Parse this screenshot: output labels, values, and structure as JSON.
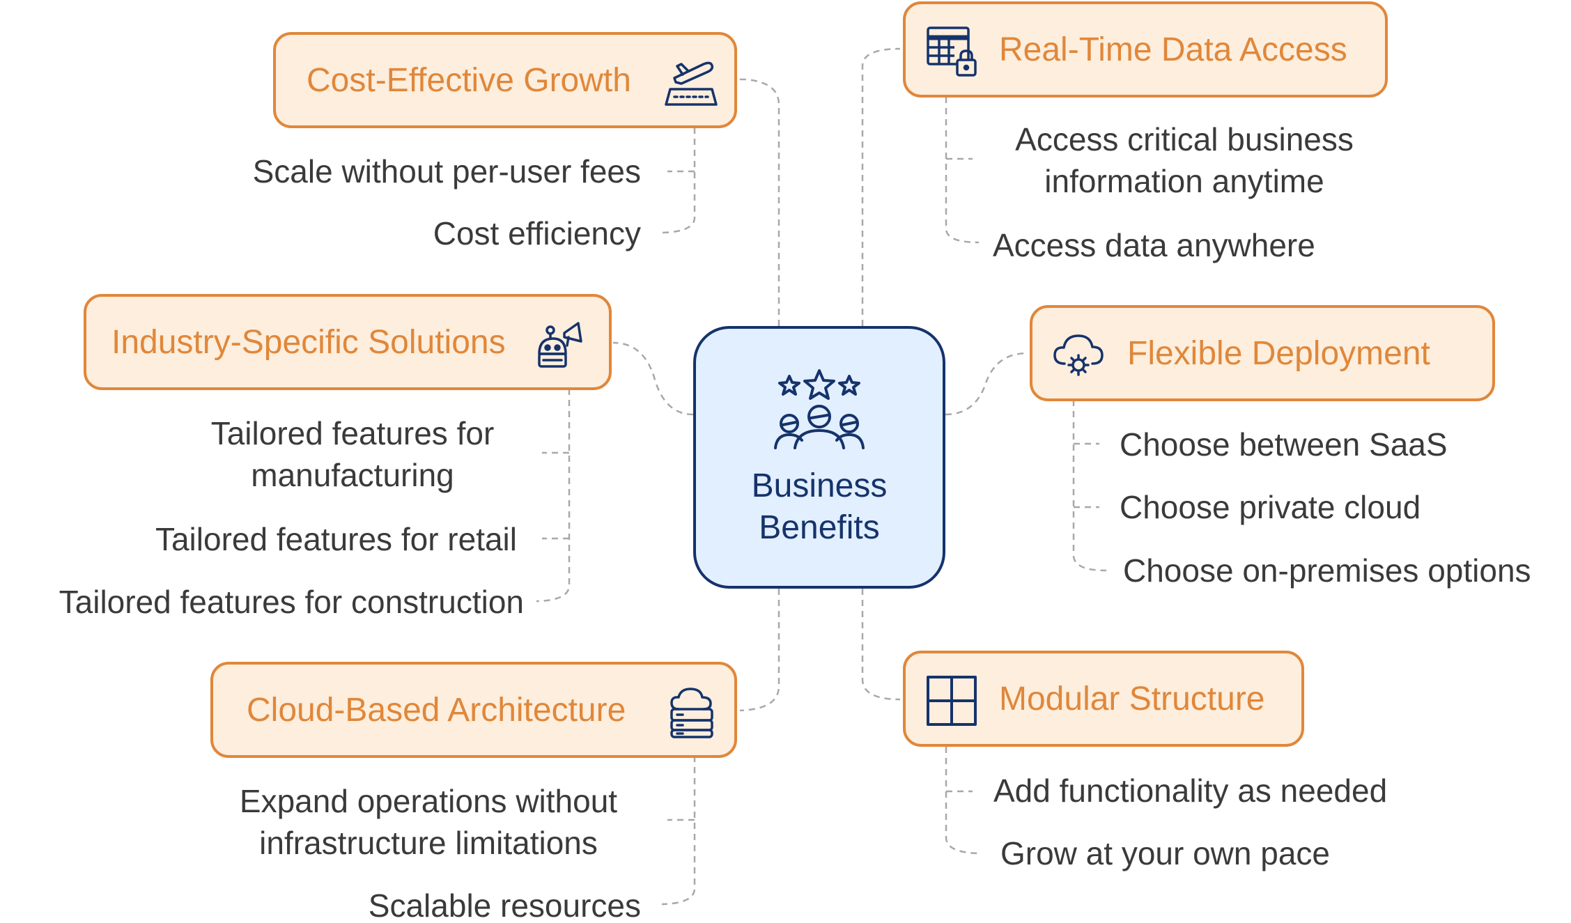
{
  "center": {
    "label_line1": "Business",
    "label_line2": "Benefits",
    "icon": "stars-people-icon"
  },
  "colors": {
    "accent": "#e0873a",
    "pill_fill": "#fdeedd",
    "navy": "#15336b",
    "center_fill": "#e2efff",
    "text": "#3a3a3a",
    "line": "#a8a8a8"
  },
  "categories": {
    "cost": {
      "title": "Cost-Effective Growth",
      "icon": "plane-takeoff-icon",
      "items": [
        "Scale without per-user fees",
        "Cost efficiency"
      ]
    },
    "realtime": {
      "title": "Real-Time Data Access",
      "icon": "table-lock-icon",
      "items": [
        "Access critical business information anytime",
        "Access data anywhere"
      ],
      "item1_line1": "Access critical business",
      "item1_line2": "information anytime"
    },
    "industry": {
      "title": "Industry-Specific Solutions",
      "icon": "robot-megaphone-icon",
      "items": [
        "Tailored features for manufacturing",
        "Tailored features for retail",
        "Tailored features for construction"
      ],
      "item1_line1": "Tailored features for",
      "item1_line2": "manufacturing"
    },
    "flexible": {
      "title": "Flexible Deployment",
      "icon": "cloud-gear-icon",
      "items": [
        "Choose between SaaS",
        "Choose private cloud",
        "Choose on-premises options"
      ]
    },
    "cloud": {
      "title": "Cloud-Based Architecture",
      "icon": "cloud-server-icon",
      "items": [
        "Expand operations without infrastructure limitations",
        "Scalable resources"
      ],
      "item1_line1": "Expand operations without",
      "item1_line2": "infrastructure limitations"
    },
    "modular": {
      "title": "Modular Structure",
      "icon": "grid-icon",
      "items": [
        "Add functionality as needed",
        "Grow at your own pace"
      ]
    }
  }
}
